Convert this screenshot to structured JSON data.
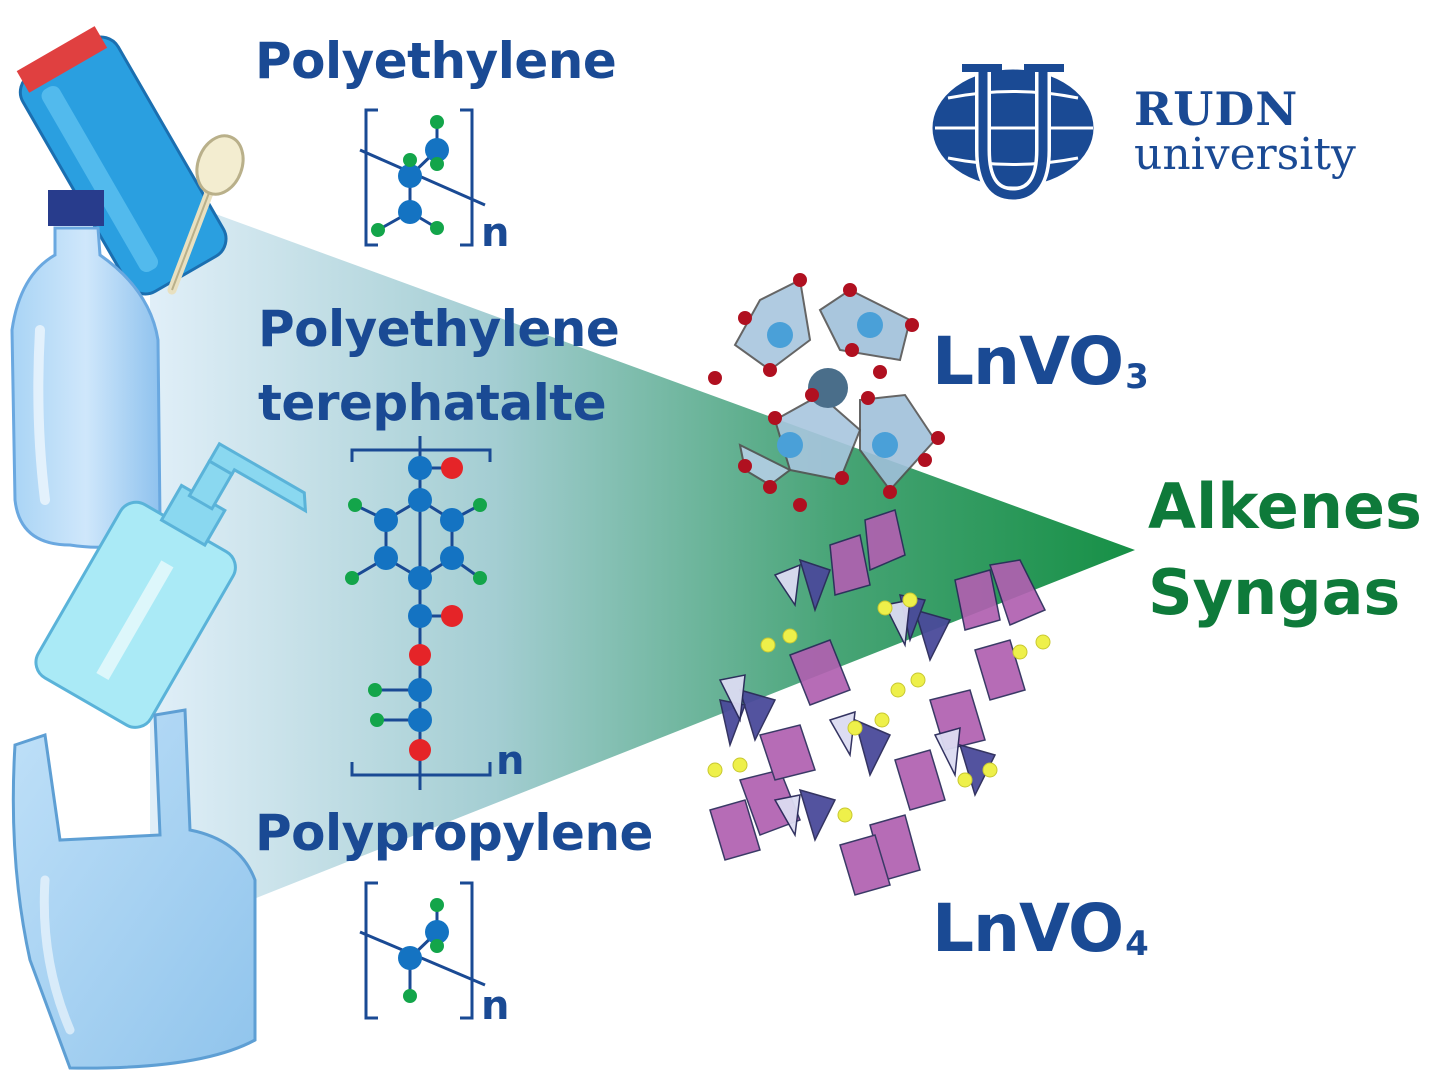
{
  "logo": {
    "line1": "RUDN",
    "line2": "university"
  },
  "polymers": [
    {
      "name": "Polyethylene",
      "repeat": "n"
    },
    {
      "name_line1": "Polyethylene",
      "name_line2": "terephatalte",
      "repeat": "n"
    },
    {
      "name": "Polypropylene",
      "repeat": "n"
    }
  ],
  "catalysts": [
    {
      "formula": "LnVO",
      "subscript": "3"
    },
    {
      "formula": "LnVO",
      "subscript": "4"
    }
  ],
  "products": {
    "line1": "Alkenes",
    "line2": "Syngas"
  },
  "colors": {
    "blue": "#1a4a94",
    "green": "#0e7a3a",
    "atom_carbon": "#1473c2",
    "atom_hydrogen": "#13a54a",
    "atom_oxygen": "#e52428"
  }
}
